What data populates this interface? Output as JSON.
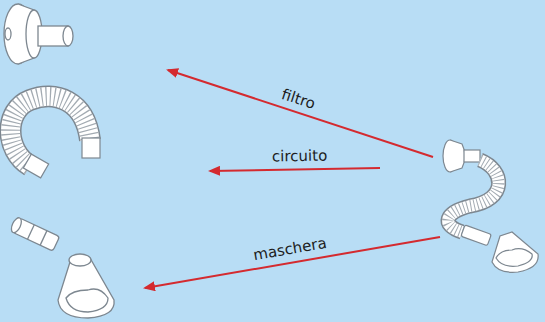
{
  "diagram": {
    "labels": [
      "filtro",
      "circuito",
      "maschera"
    ]
  }
}
